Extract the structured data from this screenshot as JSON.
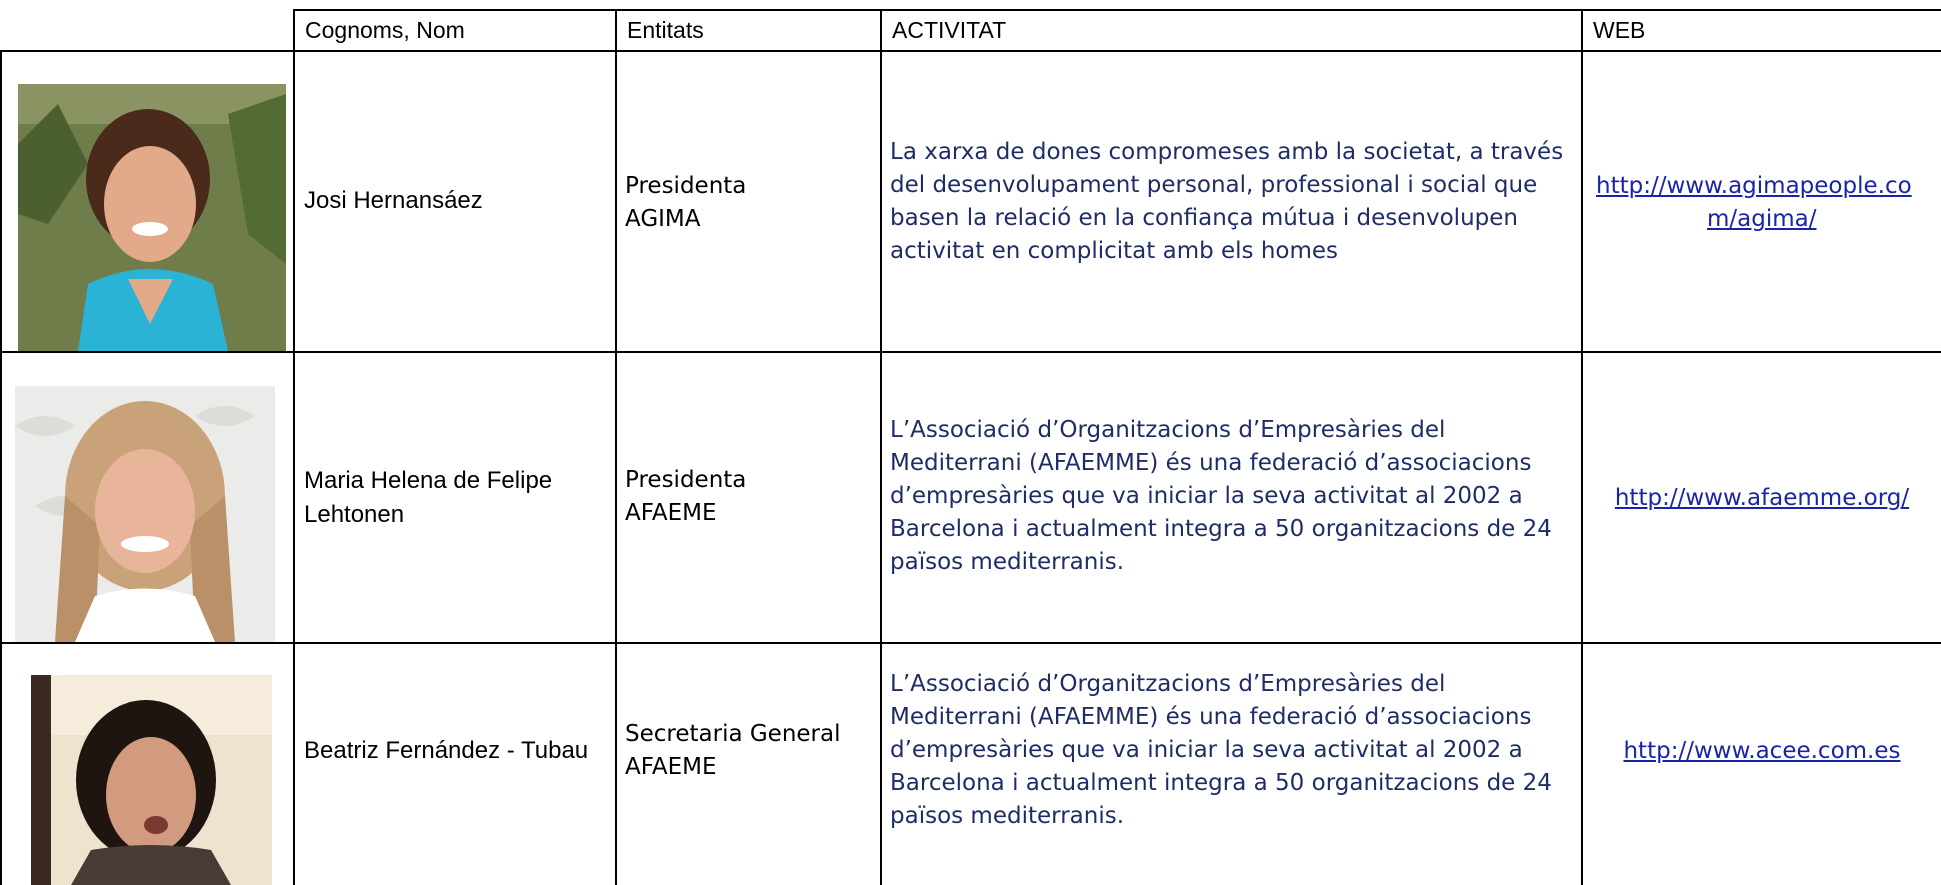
{
  "header": {
    "col_name": "Cognoms, Nom",
    "col_entity": "Entitats",
    "col_activity": "ACTIVITAT",
    "col_web": "WEB"
  },
  "rows": [
    {
      "name": "Josi Hernansáez",
      "entity_line1": "Presidenta",
      "entity_line2": "AGIMA",
      "activity": "La xarxa de dones compromeses amb la societat, a través del desenvolupament personal, professional i social que basen la relació en la confiança mútua i desenvolupen activitat en complicitat amb els homes",
      "web_line1": "http://www.agimapeople.co",
      "web_line2": "m/agima/ ",
      "photo_icon": "portrait-photo"
    },
    {
      "name": "Maria Helena de Felipe Lehtonen",
      "entity_line1": "Presidenta",
      "entity_line2": "AFAEME",
      "activity": "L’Associació d’Organitzacions d’Empresàries del Mediterrani (AFAEMME) és una federació d’associacions d’empresàries que va iniciar la seva activitat al 2002 a Barcelona i actualment integra a 50 organitzacions de 24 països mediterranis.",
      "web_line1": "http://www.afaemme.org/",
      "photo_icon": "portrait-photo"
    },
    {
      "name": "Beatriz Fernández - Tubau",
      "entity_line1": "Secretaria General",
      "entity_line2": "AFAEME",
      "activity": "L’Associació d’Organitzacions d’Empresàries del Mediterrani (AFAEMME) és una federació d’associacions d’empresàries que va iniciar la seva activitat al 2002 a Barcelona i actualment integra a 50 organitzacions de 24 països mediterranis.",
      "web_line1": "http://www.acee.com.es",
      "photo_icon": "portrait-photo"
    }
  ]
}
